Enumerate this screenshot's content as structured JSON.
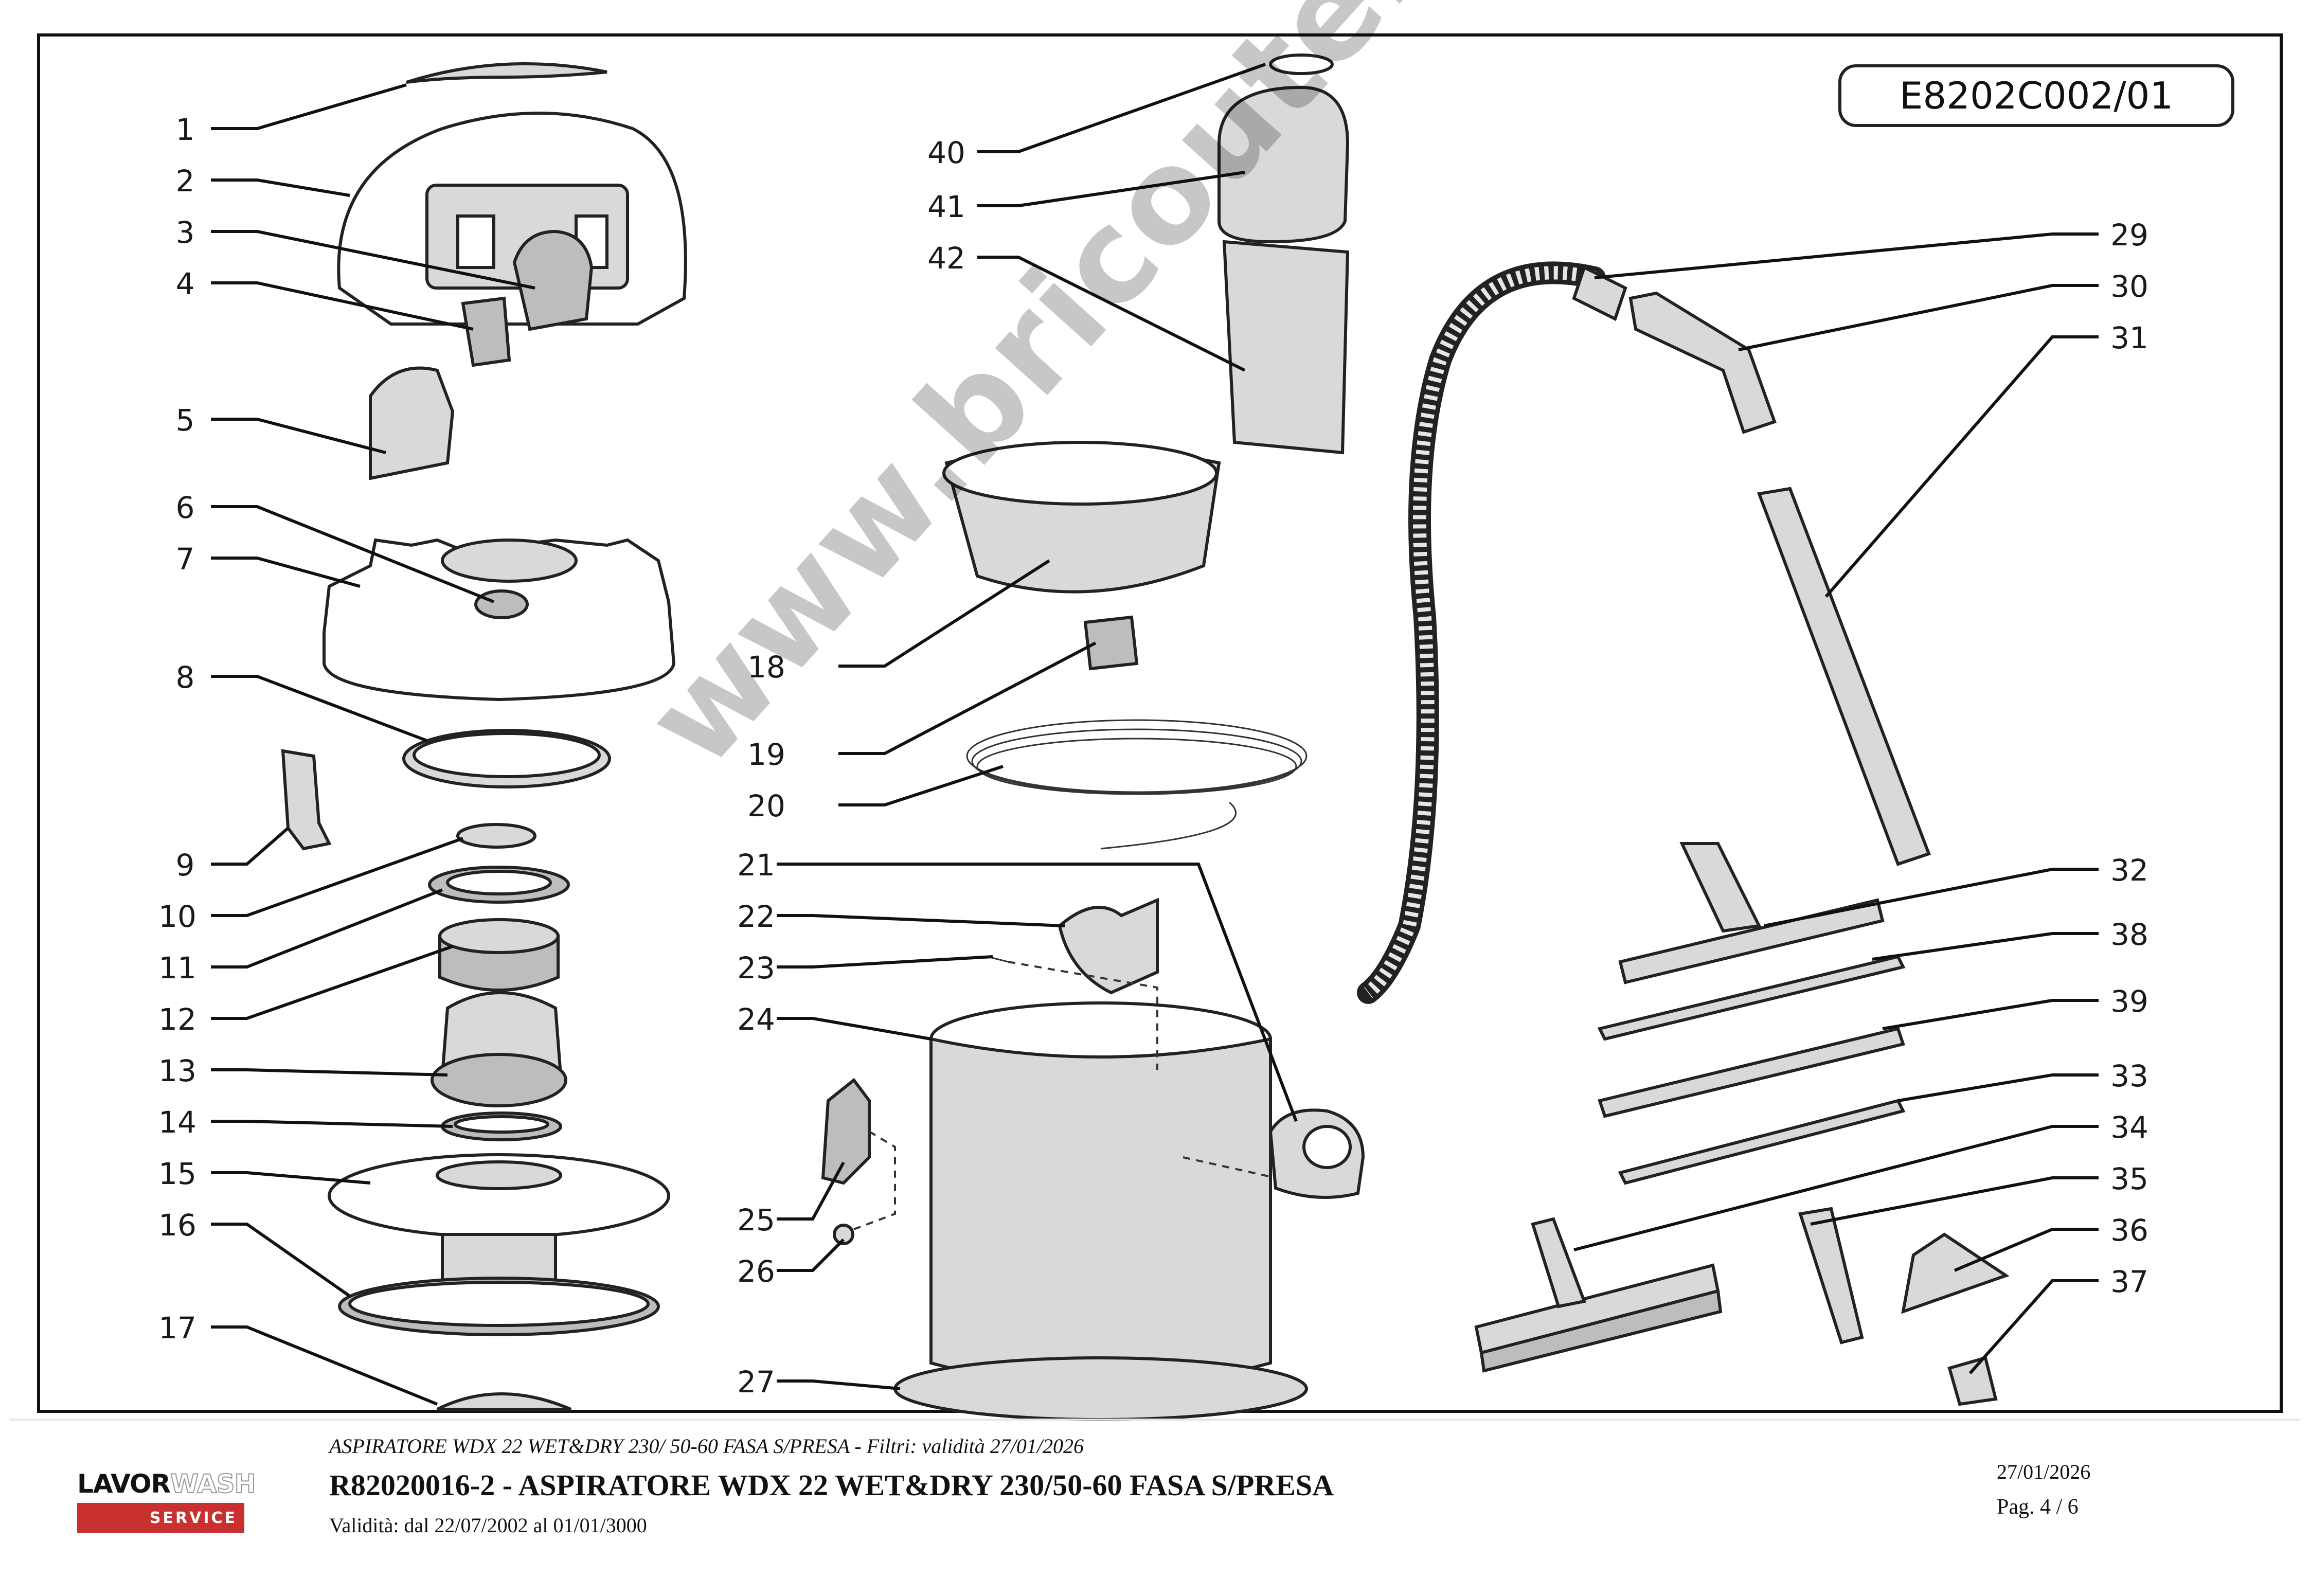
{
  "document_code": "E8202C002/01",
  "watermark": "www.bricoutensili.com",
  "part_numbers": [
    "1",
    "2",
    "3",
    "4",
    "5",
    "6",
    "7",
    "8",
    "9",
    "10",
    "11",
    "12",
    "13",
    "14",
    "15",
    "16",
    "17",
    "18",
    "19",
    "20",
    "21",
    "22",
    "23",
    "24",
    "25",
    "26",
    "27",
    "29",
    "30",
    "31",
    "32",
    "33",
    "34",
    "35",
    "36",
    "37",
    "38",
    "39",
    "40",
    "41",
    "42"
  ],
  "footer": {
    "brand_name": "LAVORWASH",
    "brand_tagline": "SERVICE",
    "subtitle": "ASPIRATORE WDX 22 WET&DRY 230/ 50-60 FASA S/PRESA - Filtri: validità 27/01/2026",
    "title": "R82020016-2 - ASPIRATORE WDX 22 WET&DRY 230/50-60 FASA S/PRESA",
    "validity": "Validità: dal 22/07/2002 al 01/01/3000",
    "date": "27/01/2026",
    "page": "Pag. 4 / 6"
  },
  "colors": {
    "brand_red": "#c8312f",
    "line": "#222222",
    "paper": "#ffffff"
  }
}
